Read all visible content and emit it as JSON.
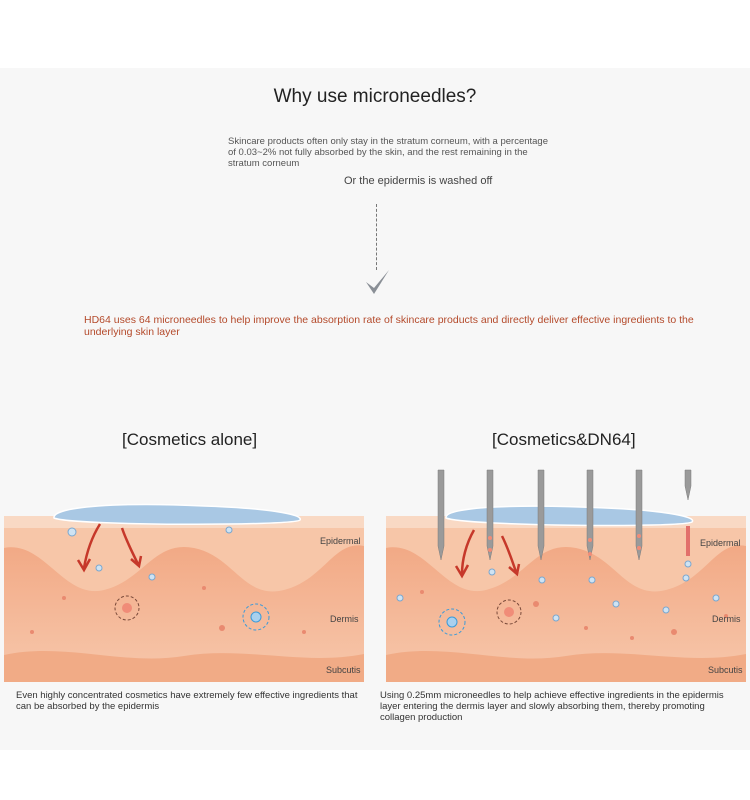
{
  "header": {
    "title": "Why use microneedles?",
    "intro": "Skincare products often only stay in the stratum corneum, with a percentage of 0.03~2% not fully absorbed by the skin, and the rest remaining in the stratum corneum",
    "intro_extra": "Or the epidermis is washed off"
  },
  "statement": "HD64 uses 64 microneedles to help improve the absorption rate of skincare products and directly deliver effective ingredients to the underlying skin layer",
  "left_panel": {
    "title": "[Cosmetics alone]",
    "labels": {
      "epidermal": "Epidermal",
      "dermis": "Dermis",
      "subcutis": "Subcutis"
    },
    "caption": "Even highly concentrated cosmetics have extremely few effective ingredients that can be absorbed by the epidermis"
  },
  "right_panel": {
    "title": "[Cosmetics&DN64]",
    "labels": {
      "epidermal": "Epidermal",
      "dermis": "Dermis",
      "subcutis": "Subcutis"
    },
    "caption": "Using 0.25mm microneedles to help achieve effective ingredients in the epidermis layer entering the dermis layer and slowly absorbing them, thereby promoting collagen production"
  },
  "colors": {
    "skin_top": "#f6c4a6",
    "skin_mid": "#f3b08a",
    "skin_deep": "#f0a67f",
    "cosmetic": "#a9c8e4",
    "arrow": "#c6382a",
    "heading_accent": "#b44a2b",
    "needle": "#9a9a9a"
  },
  "icons": {
    "check": "check-icon",
    "arrow": "red-curved-arrow"
  }
}
